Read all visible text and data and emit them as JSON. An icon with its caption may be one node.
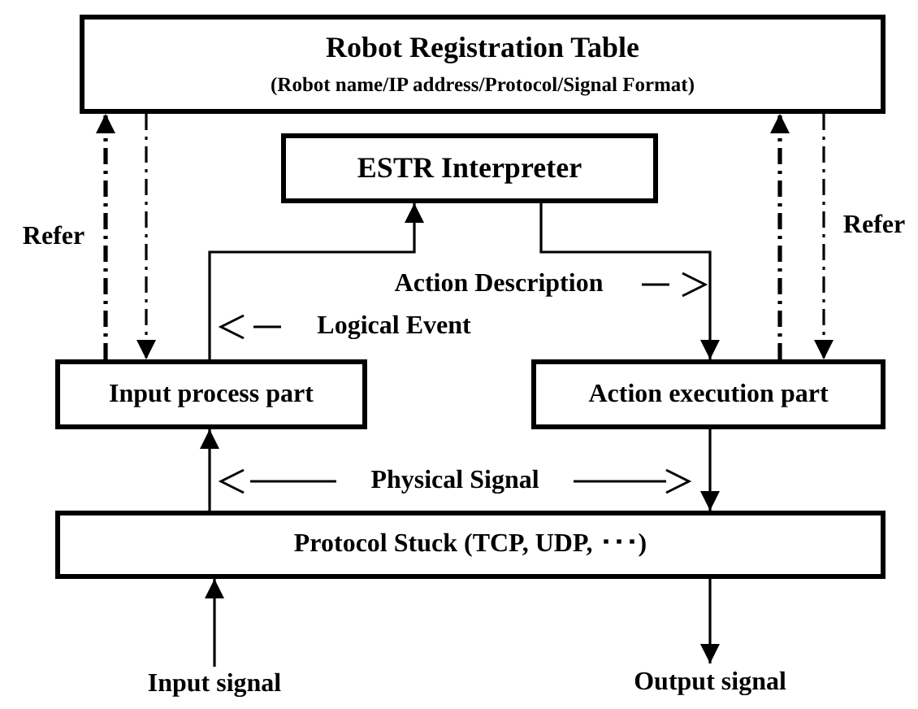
{
  "diagram": {
    "nodes": [
      {
        "text": [
          "Robot Registration Table",
          "(Robot name/IP address/Protocol/Signal Format)"
        ]
      },
      {
        "text": [
          "ESTR Interpreter"
        ]
      },
      {
        "text": [
          "Input process part"
        ]
      },
      {
        "text": [
          "Action execution part"
        ]
      },
      {
        "text": [
          "Protocol Stuck (TCP, UDP, ･･･)"
        ]
      },
      {
        "text": [
          "Input signal"
        ]
      },
      {
        "text": [
          "Output signal"
        ]
      }
    ],
    "edges": [
      {
        "from": 2,
        "to": 0,
        "arrow": "to",
        "style": "dashed"
      },
      {
        "from": 0,
        "to": 2,
        "arrow": "to",
        "style": "dashed"
      },
      {
        "from": 3,
        "to": 0,
        "arrow": "to",
        "style": "dashed"
      },
      {
        "from": 0,
        "to": 3,
        "arrow": "to",
        "style": "dashed"
      },
      {
        "from": 2,
        "to": 1,
        "arrow": "to"
      },
      {
        "from": 1,
        "to": 3,
        "arrow": "to"
      },
      {
        "from": 4,
        "to": 2,
        "arrow": "to"
      },
      {
        "from": 3,
        "to": 4,
        "arrow": "to"
      },
      {
        "from": 5,
        "to": 4,
        "arrow": "to"
      },
      {
        "from": 4,
        "to": 6,
        "arrow": "to"
      }
    ],
    "labels": [
      "Refer",
      "Refer",
      "Action Description",
      "Logical Event",
      "Physical Signal"
    ]
  }
}
